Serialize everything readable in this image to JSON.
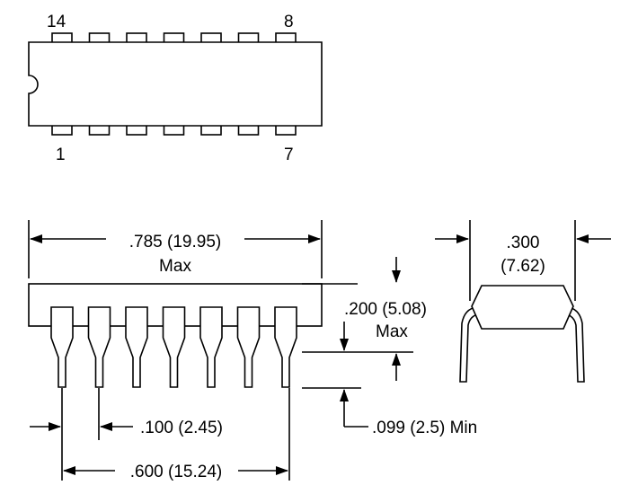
{
  "top_view": {
    "pin_top_left": "14",
    "pin_top_right": "8",
    "pin_bottom_left": "1",
    "pin_bottom_right": "7",
    "pins_per_side": 7
  },
  "front_view": {
    "length_value": ".785 (19.95)",
    "length_qualifier": "Max",
    "height_value": ".200 (5.08)",
    "height_qualifier": "Max",
    "pitch": ".100 (2.45)",
    "lead_length": ".099 (2.5) Min",
    "span": ".600 (15.24)"
  },
  "side_view": {
    "width_value": ".300",
    "width_metric": "(7.62)"
  }
}
